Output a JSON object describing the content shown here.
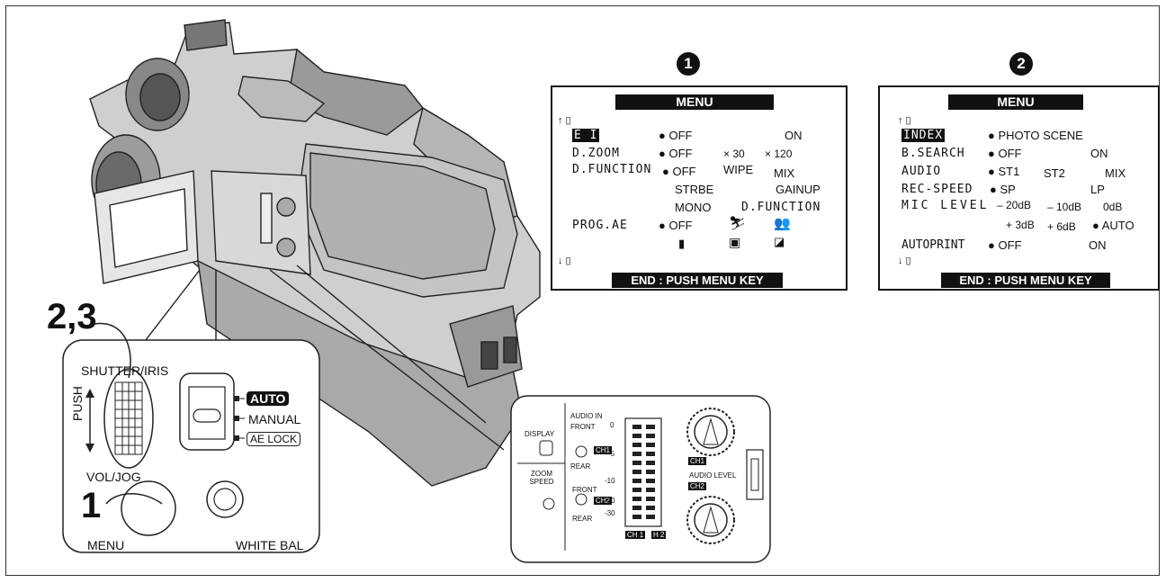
{
  "callouts": {
    "step_23": "2,3",
    "step_1": "1"
  },
  "controls": {
    "dial_top": "SHUTTER/IRIS",
    "dial_side": "PUSH",
    "dial_bottom": "VOL/JOG",
    "menu_button": "MENU",
    "white_bal_button": "WHITE BAL",
    "mode_auto": "AUTO",
    "mode_manual": "MANUAL",
    "mode_ae_lock": "AE LOCK"
  },
  "screen1": {
    "number": "1",
    "title": "MENU",
    "scroll_up": "↑ ▯",
    "scroll_down": "↓ ▯",
    "footer": "END : PUSH MENU KEY",
    "rows": [
      {
        "label": "E I",
        "values": [
          "● OFF",
          "ON"
        ]
      },
      {
        "label": "D.ZOOM",
        "values": [
          "● OFF",
          "× 30",
          "× 120"
        ]
      },
      {
        "label": "D.FUNCTION",
        "values": [
          "● OFF",
          "WIPE",
          "MIX"
        ]
      },
      {
        "label": "",
        "values": [
          "STRBE",
          "GAINUP"
        ]
      },
      {
        "label": "",
        "values": [
          "MONO",
          "D.FUNCTION"
        ]
      },
      {
        "label": "PROG.AE",
        "values": [
          "● OFF"
        ]
      }
    ]
  },
  "screen2": {
    "number": "2",
    "title": "MENU",
    "scroll_up": "↑ ▯",
    "scroll_down": "↓ ▯",
    "footer": "END : PUSH MENU KEY",
    "rows": [
      {
        "label": "INDEX",
        "values": [
          "● PHOTO SCENE"
        ]
      },
      {
        "label": "B.SEARCH",
        "values": [
          "● OFF",
          "ON"
        ]
      },
      {
        "label": "AUDIO",
        "values": [
          "● ST1",
          "ST2",
          "MIX"
        ]
      },
      {
        "label": "REC-SPEED",
        "values": [
          "● SP",
          "LP"
        ]
      },
      {
        "label": "MIC LEVEL",
        "values": [
          "– 20dB",
          "– 10dB",
          "0dB"
        ]
      },
      {
        "label": "",
        "values": [
          "+ 3dB",
          "+ 6dB",
          "● AUTO"
        ]
      },
      {
        "label": "AUTOPRINT",
        "values": [
          "● OFF",
          "ON"
        ]
      }
    ]
  },
  "panel": {
    "display": "DISPLAY",
    "audio_in": "AUDIO IN",
    "front": "FRONT",
    "rear": "REAR",
    "ch1": "CH1",
    "ch2": "CH2",
    "zoom_speed": "ZOOM SPEED",
    "audio_level": "AUDIO LEVEL",
    "meter_ch1": "CH 1",
    "meter_ch2": "H 2",
    "meter_scale": [
      "0",
      "-5",
      "-10",
      "-20",
      "-30"
    ]
  }
}
